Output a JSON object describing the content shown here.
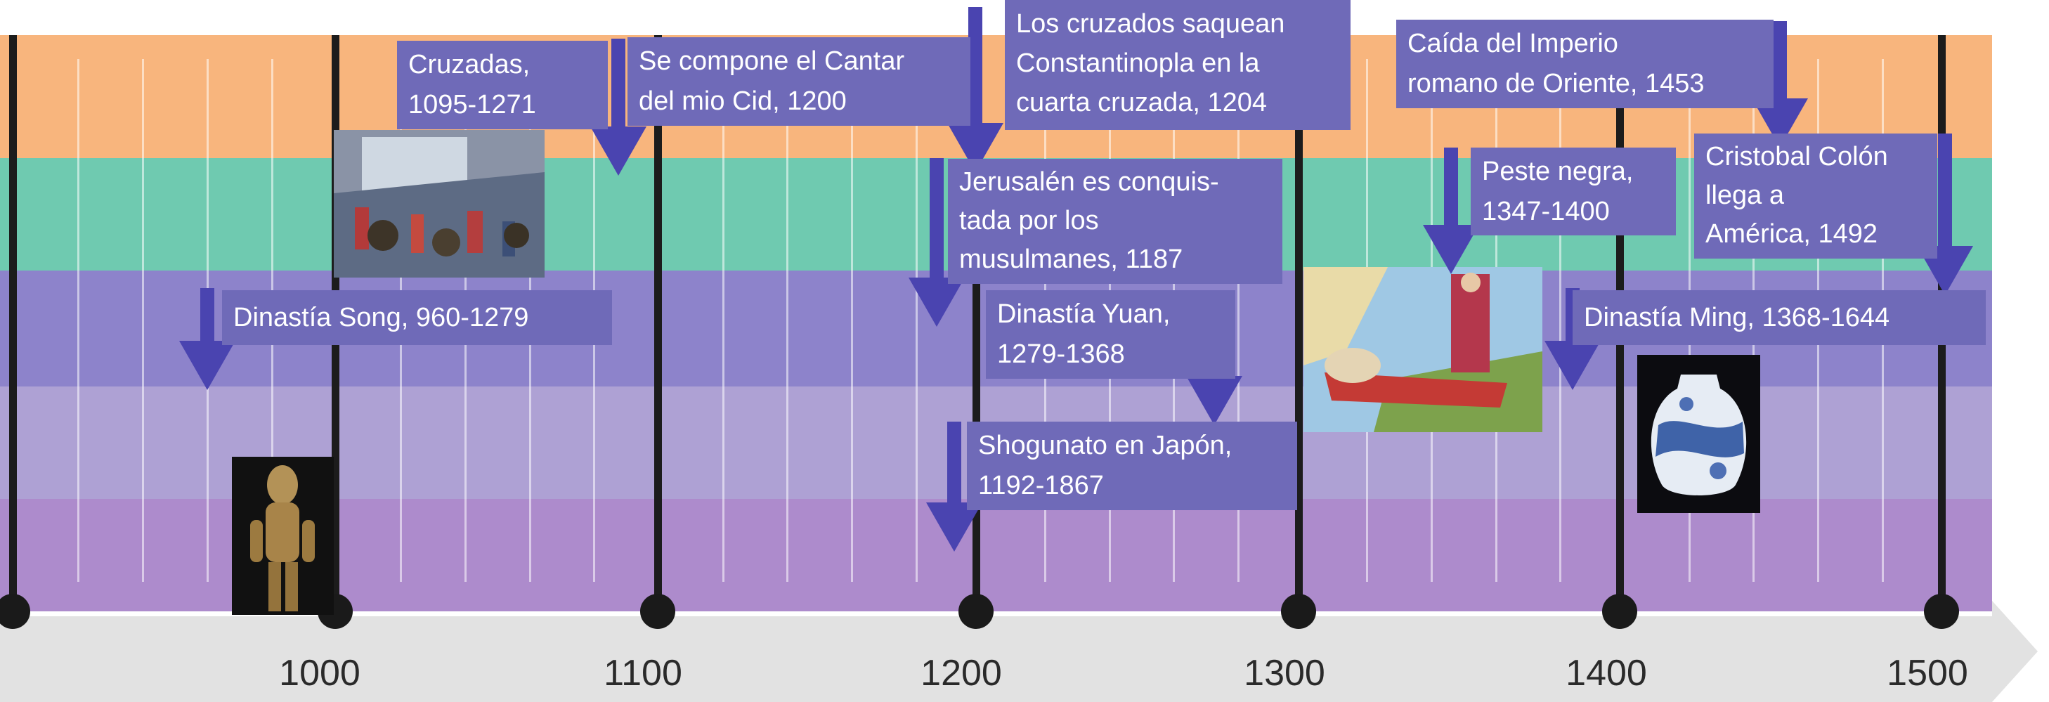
{
  "colors": {
    "band_orange": "#f8b57d",
    "band_teal": "#6fcab0",
    "band_purple": "#8d83cb",
    "band_lilac": "#aea1d4",
    "band_violet": "#ad8bcc",
    "label_box": "#6f6ab8",
    "arrow": "#4a44b0",
    "axis_strip": "#e2e2e2",
    "axis_text": "#2a2a2a"
  },
  "axis": {
    "ticks": [
      "1000",
      "1100",
      "1200",
      "1300",
      "1400",
      "1500"
    ]
  },
  "events": [
    {
      "id": "cruzadas",
      "text": "Cruzadas,\n1095-1271"
    },
    {
      "id": "cantar",
      "text": "Se compone el Cantar\ndel mio Cid, 1200"
    },
    {
      "id": "constantinopla",
      "text": "Los cruzados saquean\nConstantinopla en la\ncuarta cruzada, 1204"
    },
    {
      "id": "imperio",
      "text": "Caída del Imperio\nromano de Oriente, 1453"
    },
    {
      "id": "jerusalen",
      "text": "Jerusalén es conquis-\ntada por los\nmusulmanes, 1187"
    },
    {
      "id": "peste",
      "text": "Peste negra,\n1347-1400"
    },
    {
      "id": "colon",
      "text": "Cristobal Colón\nllega a\nAmérica, 1492"
    },
    {
      "id": "song",
      "text": "Dinastía Song, 960-1279"
    },
    {
      "id": "yuan",
      "text": "Dinastía Yuan,\n1279-1368"
    },
    {
      "id": "ming",
      "text": "Dinastía Ming, 1368-1644"
    },
    {
      "id": "shogunato",
      "text": "Shogunato en Japón,\n1192-1867"
    }
  ],
  "images": [
    {
      "id": "crusade-battle-image",
      "icon": "battle-scene-illustration"
    },
    {
      "id": "statue-image",
      "icon": "bronze-statue-photo"
    },
    {
      "id": "plague-image",
      "icon": "plague-manuscript-illustration"
    },
    {
      "id": "ming-vase-image",
      "icon": "blue-white-porcelain-vase"
    }
  ]
}
